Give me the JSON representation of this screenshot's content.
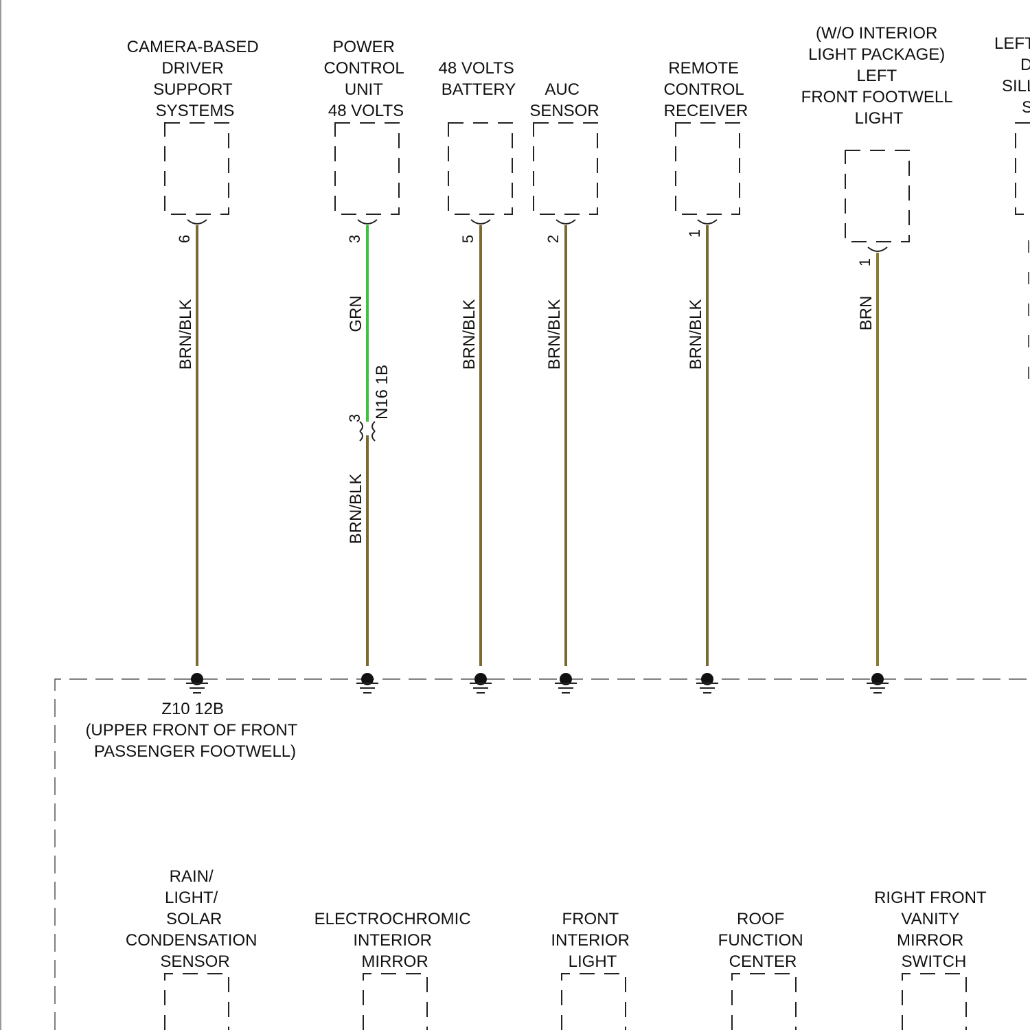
{
  "top_components": [
    {
      "id": "camera",
      "lines": [
        "CAMERA-BASED",
        "DRIVER",
        "SUPPORT",
        "SYSTEMS"
      ],
      "pin": "6",
      "wire_color_label": "BRN/BLK"
    },
    {
      "id": "power-control",
      "lines": [
        "POWER",
        "CONTROL",
        "UNIT",
        "48 VOLTS"
      ],
      "pin": "3",
      "wire_color_label": "GRN",
      "connector": {
        "pin": "3",
        "label": "N16 1B"
      },
      "lower_wire_color_label": "BRN/BLK"
    },
    {
      "id": "battery-48v",
      "lines": [
        "48 VOLTS",
        "BATTERY"
      ],
      "pin": "5",
      "wire_color_label": "BRN/BLK"
    },
    {
      "id": "auc-sensor",
      "lines": [
        "AUC",
        "SENSOR"
      ],
      "pin": "2",
      "wire_color_label": "BRN/BLK"
    },
    {
      "id": "remote-receiver",
      "lines": [
        "REMOTE",
        "CONTROL",
        "RECEIVER"
      ],
      "pin": "1",
      "wire_color_label": "BRN/BLK"
    },
    {
      "id": "footwell-light",
      "lines": [
        "(W/O INTERIOR",
        "LIGHT PACKAGE)",
        "LEFT",
        "FRONT FOOTWELL",
        "LIGHT"
      ],
      "pin": "1",
      "wire_color_label": "BRN"
    },
    {
      "id": "left-partial",
      "lines": [
        "LEFT",
        "D",
        "SILL",
        "S"
      ]
    }
  ],
  "wire_colors": {
    "BRN/BLK": "#7a6a32",
    "GRN": "#3cc43c",
    "BRN": "#8a7a2e"
  },
  "ground": {
    "id": "Z10 12B",
    "location_lines": [
      "(UPPER FRONT OF FRONT",
      "PASSENGER FOOTWELL)"
    ]
  },
  "bottom_components": [
    {
      "id": "rain-sensor",
      "lines": [
        "RAIN/",
        "LIGHT/",
        "SOLAR",
        "CONDENSATION",
        "SENSOR"
      ]
    },
    {
      "id": "ec-mirror",
      "lines": [
        "ELECTROCHROMIC",
        "INTERIOR",
        "MIRROR"
      ]
    },
    {
      "id": "front-interior-light",
      "lines": [
        "FRONT",
        "INTERIOR",
        "LIGHT"
      ]
    },
    {
      "id": "roof-function",
      "lines": [
        "ROOF",
        "FUNCTION",
        "CENTER"
      ]
    },
    {
      "id": "vanity-switch",
      "lines": [
        "RIGHT FRONT",
        "VANITY",
        "MIRROR",
        "SWITCH"
      ]
    }
  ]
}
